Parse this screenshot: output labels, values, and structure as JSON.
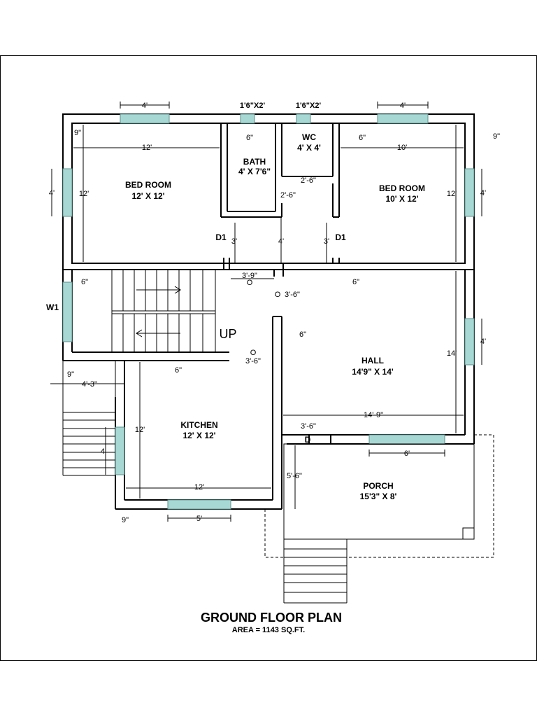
{
  "title": "GROUND FLOOR PLAN",
  "area": "AREA = 1143 SQ.FT.",
  "rooms": {
    "bed1_name": "BED ROOM",
    "bed1_size": "12' X 12'",
    "bed2_name": "BED ROOM",
    "bed2_size": "10' X 12'",
    "bath_name": "BATH",
    "bath_size": "4' X 7'6\"",
    "wc_name": "WC",
    "wc_size": "4' X 4'",
    "hall_name": "HALL",
    "hall_size": "14'9\" X 14'",
    "kitchen_name": "KITCHEN",
    "kitchen_size": "12' X 12'",
    "porch_name": "PORCH",
    "porch_size": "15'3\" X 8'"
  },
  "labels": {
    "d1_left": "D1",
    "d1_right": "D1",
    "w1": "W1",
    "up": "UP",
    "o1": "O",
    "o2": "O",
    "o3": "O",
    "d": "D",
    "vent1": "1'6\"X2'",
    "vent2": "1'6\"X2'"
  },
  "dims": {
    "top_left_win": "4'",
    "top_right_win": "4'",
    "bed1_9in": "9\"",
    "bed1_w": "12'",
    "bed1_h": "12'",
    "bed1_win": "4'",
    "bath_6in": "6\"",
    "wc_6in": "6\"",
    "wc_2_6": "2'-6\"",
    "bath_2_6": "2'-6\"",
    "bed2_w": "10'",
    "bed2_h": "12'",
    "bed2_win": "4'",
    "bed2_9in": "9\"",
    "d1l_3": "3'",
    "pass_4": "4'",
    "d1r_3": "3'",
    "pass_3_9": "3'-9\"",
    "stair_6in": "6\"",
    "hall_6in": "6\"",
    "hall_3_6": "3'-6\"",
    "up_6in": "6\"",
    "hall_h": "14'",
    "hall_win": "4'",
    "k_9in": "9\"",
    "k_6in": "6\"",
    "k_o_3_6": "3'-6\"",
    "step_4_3": "4'-3\"",
    "k_h": "12'",
    "k_win": "4'",
    "k_w": "12'",
    "hall_w": "14'-9\"",
    "hall_d_3_6": "3'-6\"",
    "porch_win": "6'",
    "porch_5_6": "5'-6\"",
    "k_bot_9in": "9\"",
    "k_bot_win": "5'"
  }
}
